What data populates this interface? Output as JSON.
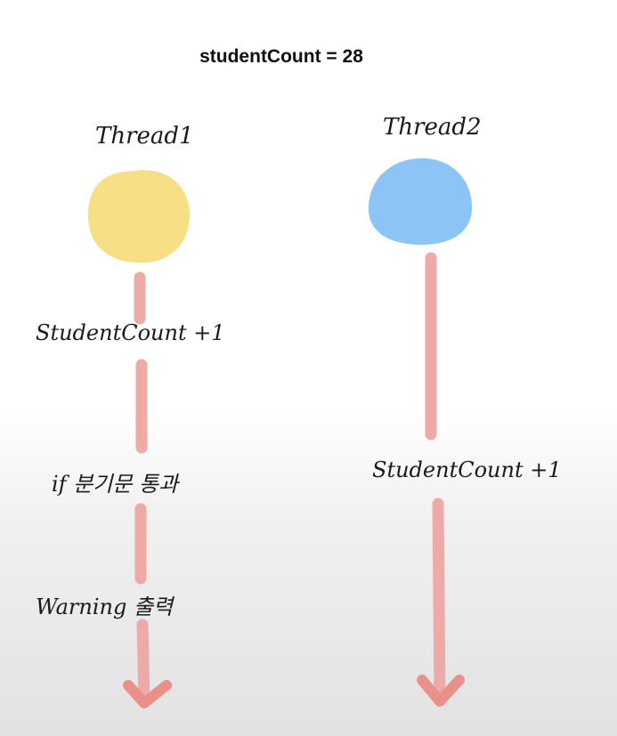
{
  "header": {
    "title": "studentCount = 28"
  },
  "threads": [
    {
      "name": "Thread1",
      "color": "#f7df86",
      "steps": [
        "StudentCount +1",
        "if 분기문 통과",
        "Warning 출력"
      ]
    },
    {
      "name": "Thread2",
      "color": "#8cc4f6",
      "steps": [
        "StudentCount +1"
      ]
    }
  ],
  "colors": {
    "arrow": "#eeaaa6",
    "arrow_head": "#e77f77"
  }
}
